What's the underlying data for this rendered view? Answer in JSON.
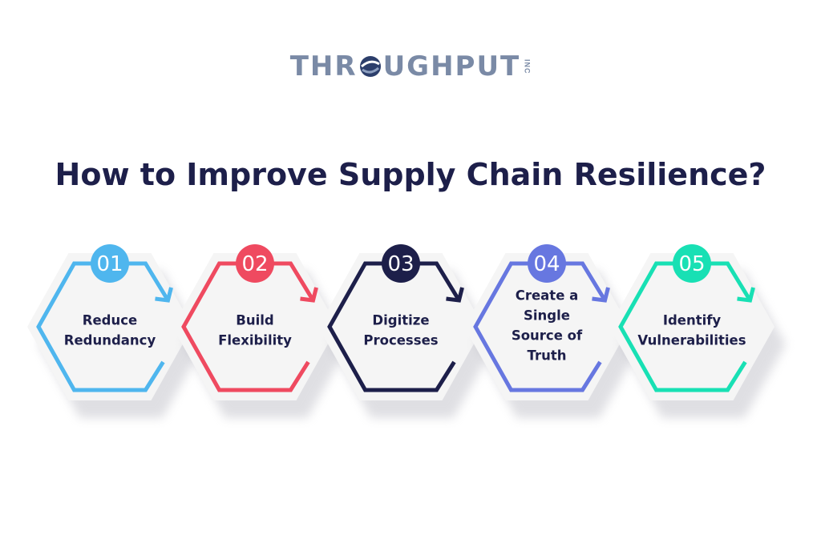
{
  "logo": {
    "left_text": "THR",
    "right_text": "UGHPUT",
    "suffix": "INC",
    "globe_icon": "globe-icon",
    "color": "#7a8aa6"
  },
  "title": "How to Improve Supply Chain Resilience?",
  "steps": [
    {
      "number": "01",
      "lines": [
        "Reduce",
        "Redundancy"
      ],
      "color": "#4fb6ee"
    },
    {
      "number": "02",
      "lines": [
        "Build",
        "Flexibility"
      ],
      "color": "#ef4a60"
    },
    {
      "number": "03",
      "lines": [
        "Digitize",
        "Processes"
      ],
      "color": "#1d1f4a"
    },
    {
      "number": "04",
      "lines": [
        "Create a",
        "Single",
        "Source of",
        "Truth"
      ],
      "color": "#6777e0"
    },
    {
      "number": "05",
      "lines": [
        "Identify",
        "Vulnerabilities"
      ],
      "color": "#18e0b4"
    }
  ]
}
